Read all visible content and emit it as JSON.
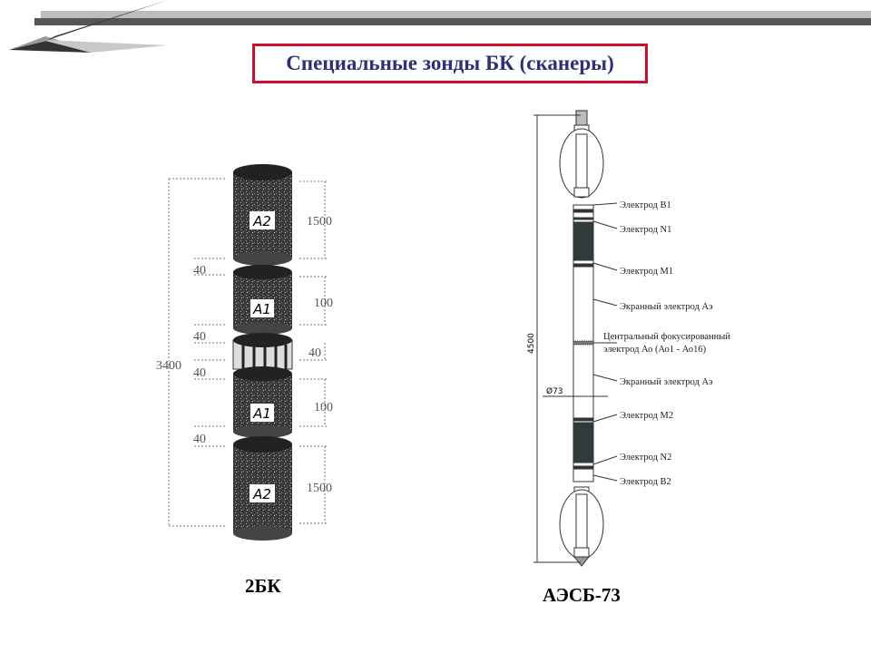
{
  "slide": {
    "title": "Специальные зонды БК (сканеры)",
    "accent_color": "#c8102e",
    "title_color": "#2e2e7a"
  },
  "left_diagram": {
    "caption": "2БК",
    "total_length": "3400",
    "segments": [
      {
        "label": "A2",
        "length": "1500"
      },
      {
        "label": "A1",
        "length": "100"
      },
      {
        "label": "",
        "length": "40"
      },
      {
        "label": "A1",
        "length": "100"
      },
      {
        "label": "A2",
        "length": "1500"
      }
    ],
    "gaps": [
      "40",
      "40",
      "40",
      "40"
    ]
  },
  "right_diagram": {
    "caption": "АЭСБ-73",
    "total_length": "4500",
    "diameter": "Ø73",
    "labels": [
      "Электрод B1",
      "Электрод N1",
      "Электрод M1",
      "Экранный электрод Аэ",
      "Центральный фокусированный",
      "электрод Ао (Ао1 - Ао16)",
      "Экранный электрод Аэ",
      "Электрод M2",
      "Электрод N2",
      "Электрод B2"
    ]
  }
}
